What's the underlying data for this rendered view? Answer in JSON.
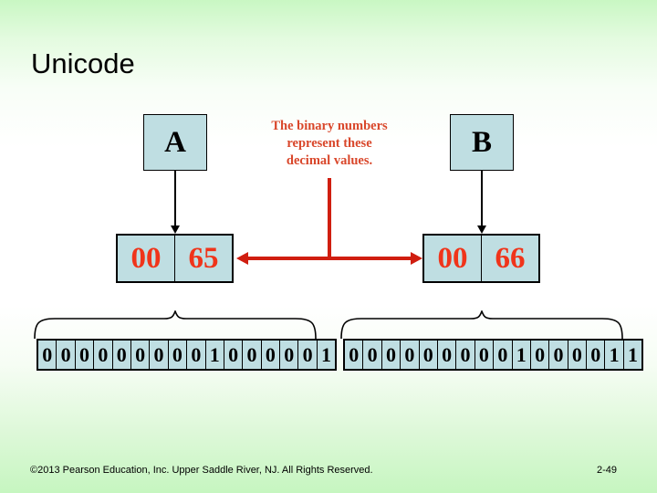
{
  "slide": {
    "title": "Unicode",
    "background_top_color": "#c9f7c3",
    "background_mid_color": "#ffffff",
    "background_bottom_color": "#c6f6c0"
  },
  "callout": {
    "line1": "The binary numbers",
    "line2": "represent these",
    "line3": "decimal values.",
    "color": "#d9472b"
  },
  "characters": [
    {
      "id": "a",
      "glyph": "A",
      "decimal_cells": [
        "00",
        "65"
      ],
      "bits": [
        "0",
        "0",
        "0",
        "0",
        "0",
        "0",
        "0",
        "0",
        "0",
        "1",
        "0",
        "0",
        "0",
        "0",
        "0",
        "1"
      ]
    },
    {
      "id": "b",
      "glyph": "B",
      "decimal_cells": [
        "00",
        "66"
      ],
      "bits": [
        "0",
        "0",
        "0",
        "0",
        "0",
        "0",
        "0",
        "0",
        "0",
        "1",
        "0",
        "0",
        "0",
        "0",
        "1",
        "1"
      ]
    }
  ],
  "colors": {
    "box_fill": "#bfdee2",
    "box_border": "#000000",
    "decimal_text": "#f0341a",
    "red_arrow": "#d01e10"
  },
  "footer": {
    "copyright": "©2013 Pearson Education, Inc. Upper Saddle River, NJ. All Rights Reserved.",
    "page_number": "2-49"
  }
}
